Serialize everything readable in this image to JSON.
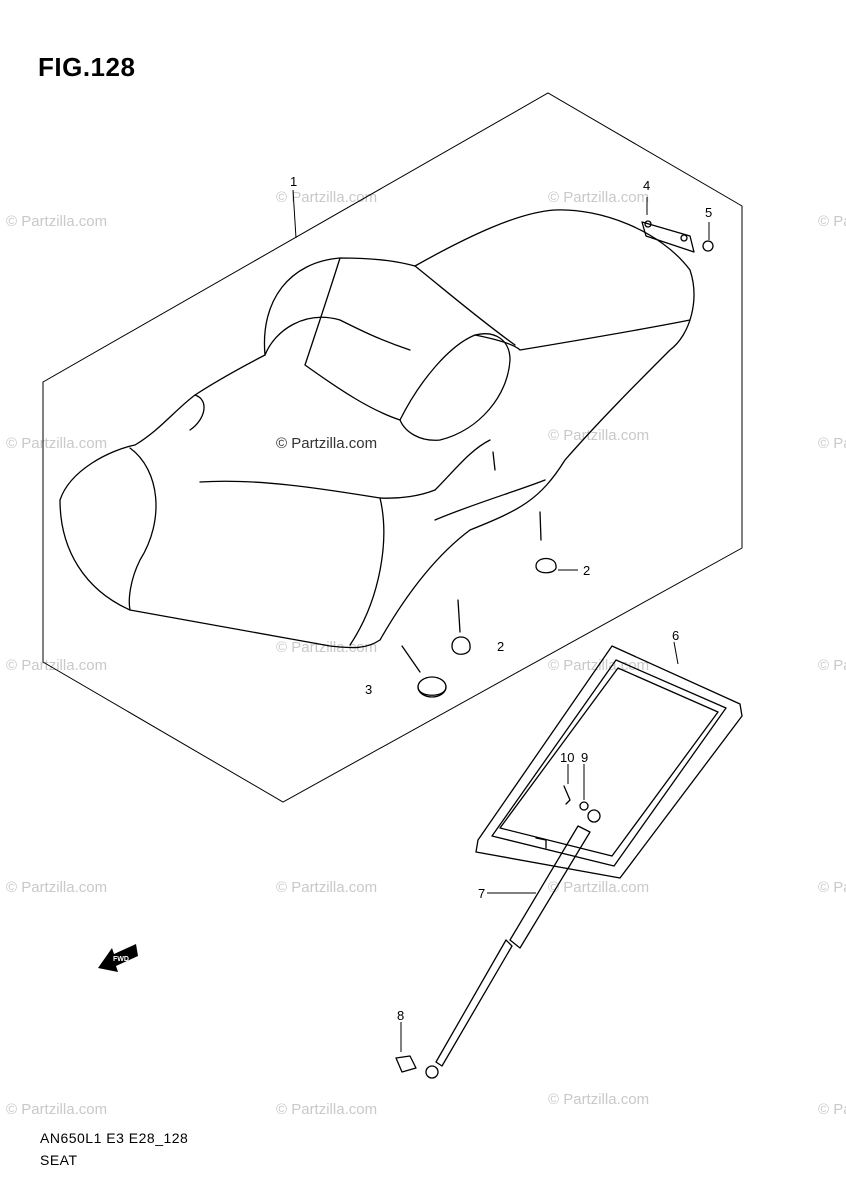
{
  "title": "FIG.128",
  "footer": {
    "code": "AN650L1 E3 E28_128",
    "section": "SEAT"
  },
  "watermark": {
    "text": "© Partzilla.com",
    "color": "#c9c9c9"
  },
  "callouts": [
    "1",
    "2",
    "2",
    "3",
    "4",
    "5",
    "6",
    "7",
    "8",
    "9",
    "10"
  ],
  "fwd_badge": "FWD"
}
